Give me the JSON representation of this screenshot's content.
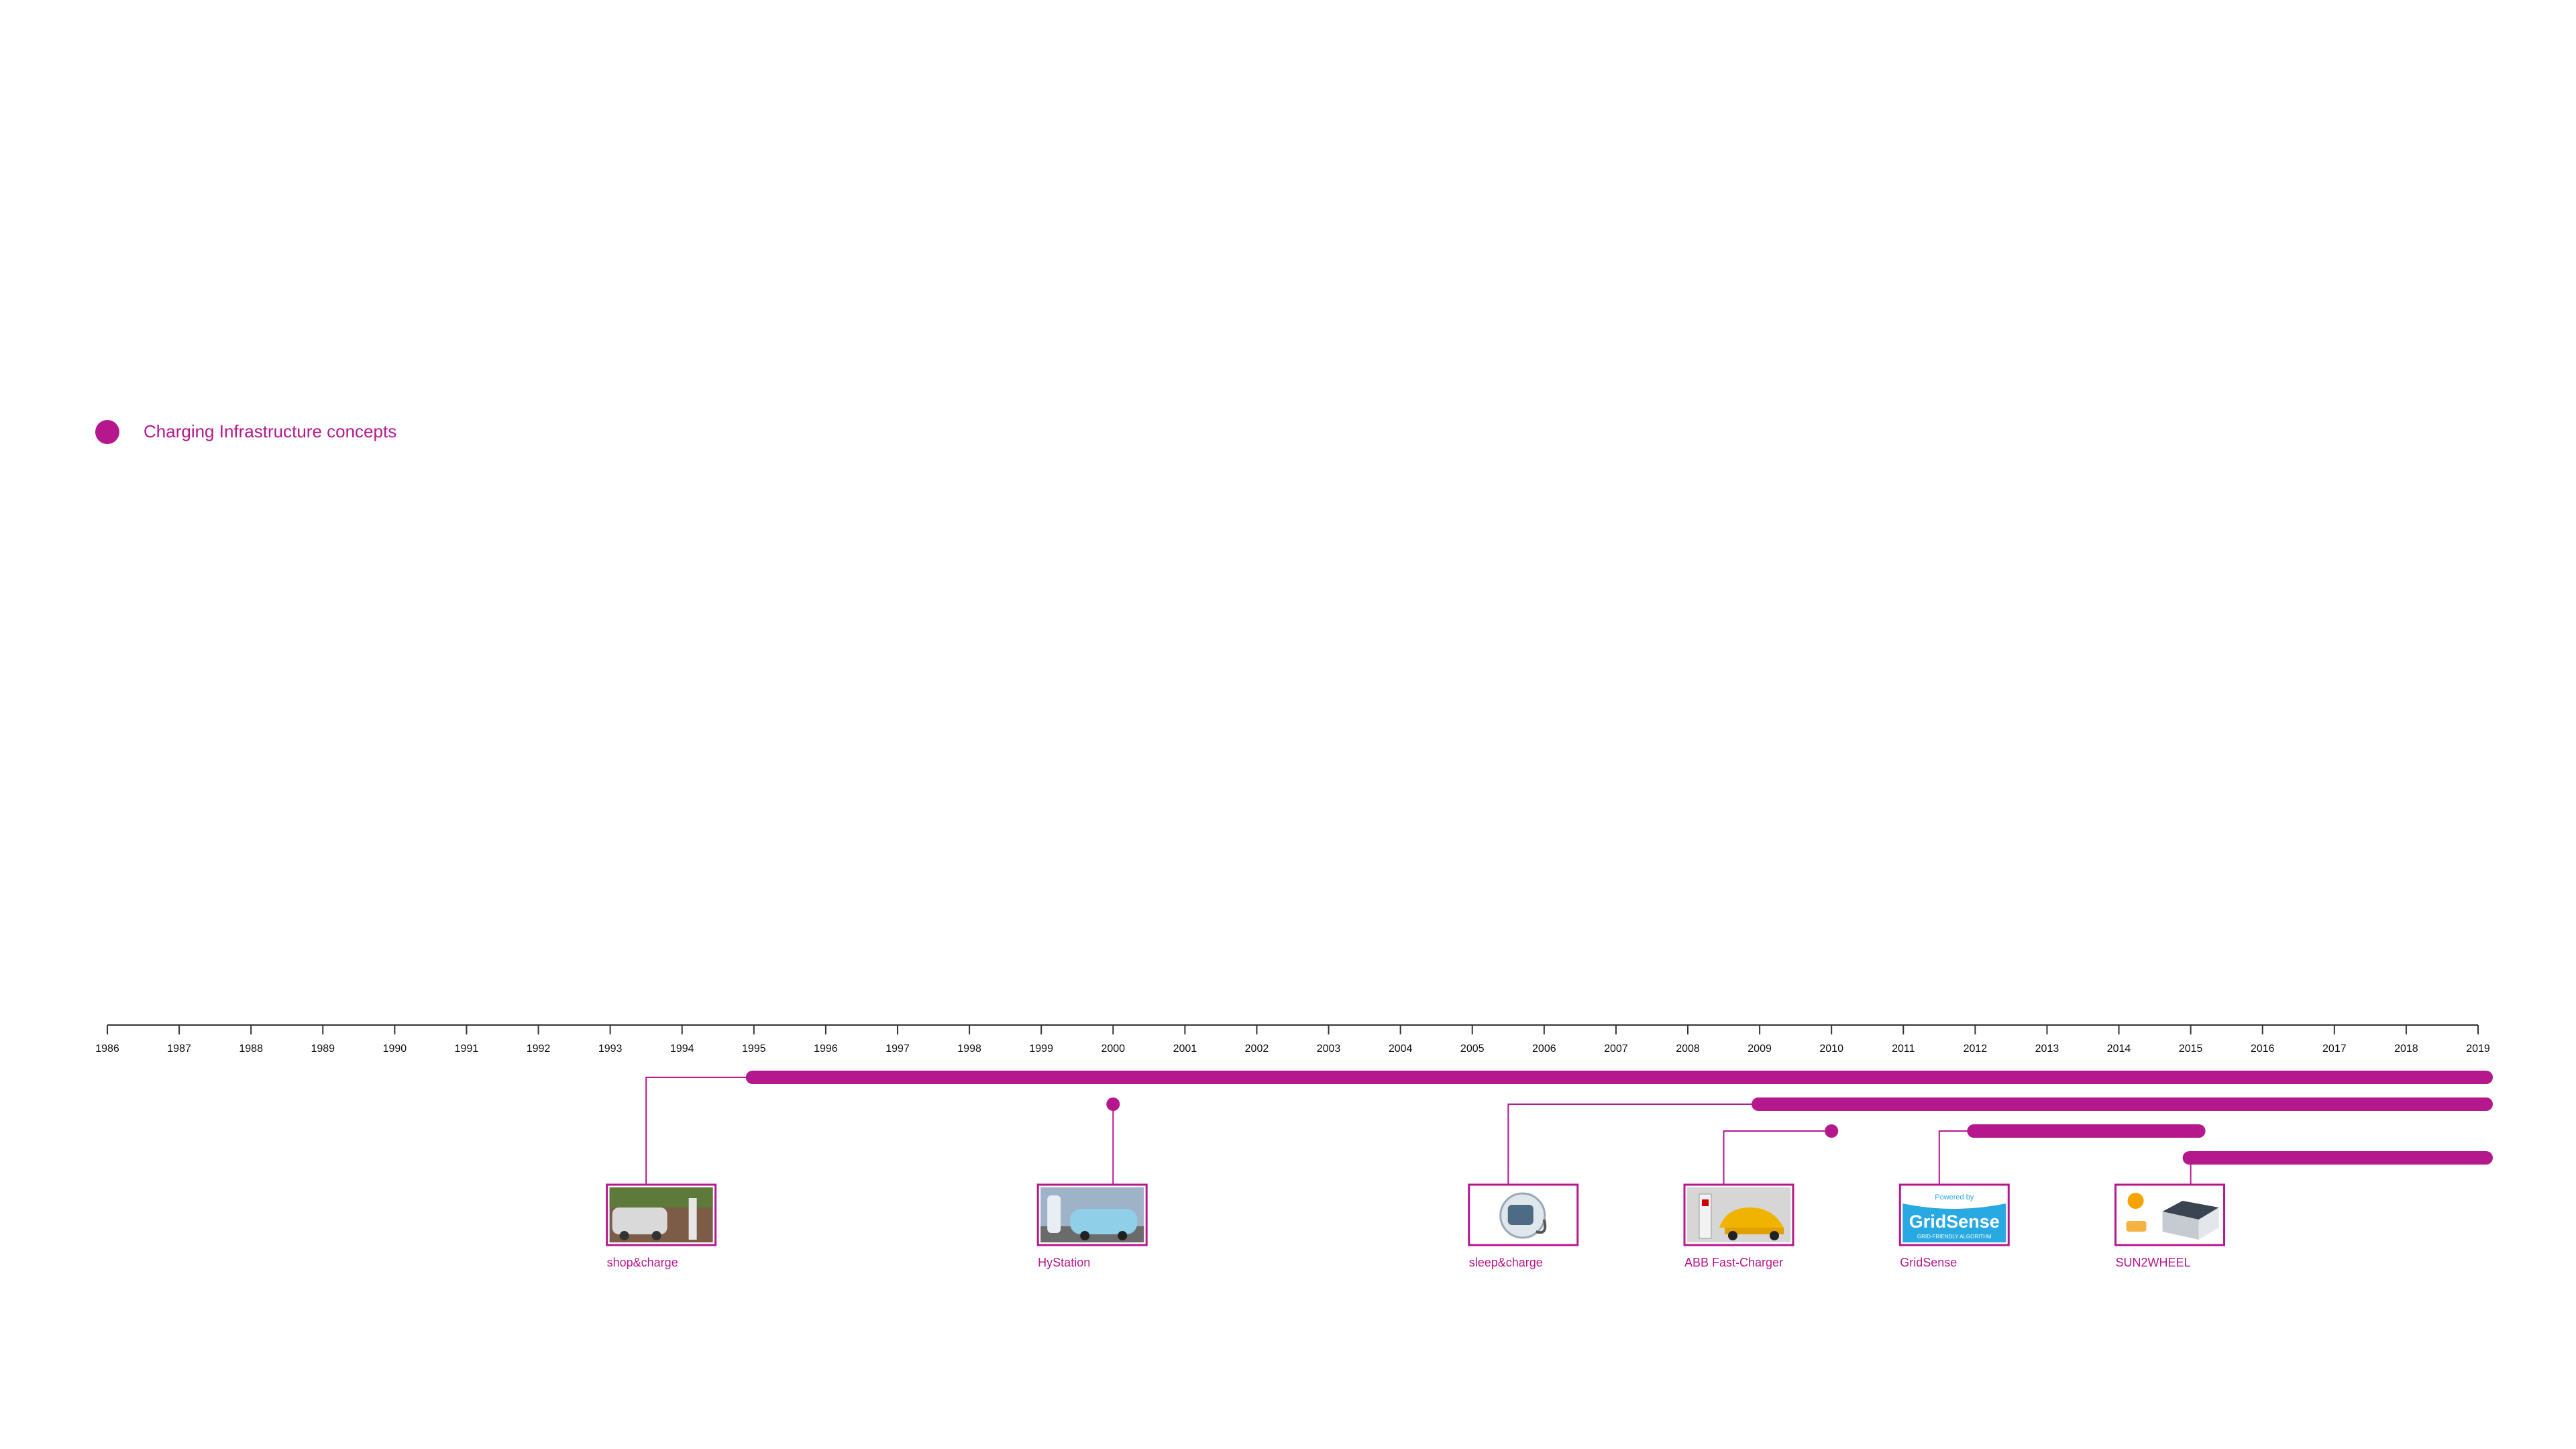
{
  "legend": {
    "label": "Charging Infrastructure concepts",
    "color": "#b5178d"
  },
  "axis": {
    "start": 1986,
    "end": 2019,
    "tick_labels": [
      "1986",
      "1987",
      "1988",
      "1989",
      "1990",
      "1991",
      "1992",
      "1993",
      "1994",
      "1995",
      "1996",
      "1997",
      "1998",
      "1999",
      "2000",
      "2001",
      "2002",
      "2003",
      "2004",
      "2005",
      "2006",
      "2007",
      "2008",
      "2009",
      "2010",
      "2011",
      "2012",
      "2013",
      "2014",
      "2015",
      "2016",
      "2017",
      "2018",
      "2019"
    ]
  },
  "chart_data": {
    "type": "timeline",
    "accent": "#b5178d",
    "items": [
      {
        "label": "shop&charge",
        "start": 1995,
        "end": 2019,
        "ongoing": true,
        "lane": 0,
        "image_icon": "car-at-charging-post-icon",
        "card_year": 1993,
        "connector_year": 1993.5
      },
      {
        "label": "HyStation",
        "start": 2000,
        "end": 2000,
        "ongoing": false,
        "lane": 1,
        "image_icon": "hydrogen-station-car-icon",
        "card_year": 1999,
        "connector_year": 2000
      },
      {
        "label": "sleep&charge",
        "start": 2009,
        "end": 2019,
        "ongoing": true,
        "lane": 1,
        "image_icon": "wall-charger-icon",
        "card_year": 2005,
        "connector_year": 2005.5
      },
      {
        "label": "ABB Fast-Charger",
        "start": 2010,
        "end": 2010,
        "ongoing": false,
        "lane": 2,
        "image_icon": "fast-charger-car-icon",
        "card_year": 2008,
        "connector_year": 2008.5
      },
      {
        "label": "GridSense",
        "start": 2012,
        "end": 2015,
        "ongoing": false,
        "lane": 2,
        "image_icon": "gridsense-logo-icon",
        "card_year": 2011,
        "connector_year": 2011.5,
        "logo_text": {
          "top": "Powered by",
          "main": "GridSense",
          "bottom": "GRID-FRIENDLY ALGORITHM"
        }
      },
      {
        "label": "SUN2WHEEL",
        "start": 2015,
        "end": 2019,
        "ongoing": true,
        "lane": 3,
        "image_icon": "solar-battery-icon",
        "card_year": 2014,
        "connector_year": 2015
      }
    ]
  }
}
